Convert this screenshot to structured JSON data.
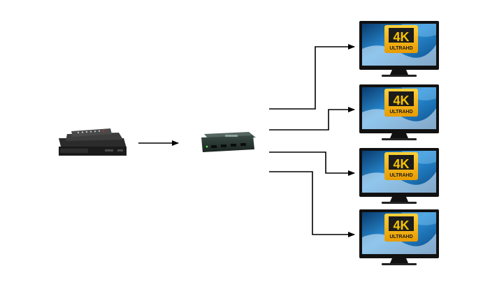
{
  "diagram": {
    "source_device": {
      "name": "set-top box with remote",
      "icon": "set-top-box-icon"
    },
    "splitter": {
      "name": "HDMI splitter 1x4",
      "icon": "hdmi-splitter-icon",
      "outputs": 4
    },
    "displays": [
      {
        "badge_big": "4K",
        "badge_small": "ULTRAHD"
      },
      {
        "badge_big": "4K",
        "badge_small": "ULTRAHD"
      },
      {
        "badge_big": "4K",
        "badge_small": "ULTRAHD"
      },
      {
        "badge_big": "4K",
        "badge_small": "ULTRAHD"
      }
    ],
    "colors": {
      "arrow": "#000000",
      "badge_gold": "#f2b100",
      "badge_dark": "#222222",
      "screen_blue": "#1f7fc8",
      "bezel": "#111111"
    }
  }
}
